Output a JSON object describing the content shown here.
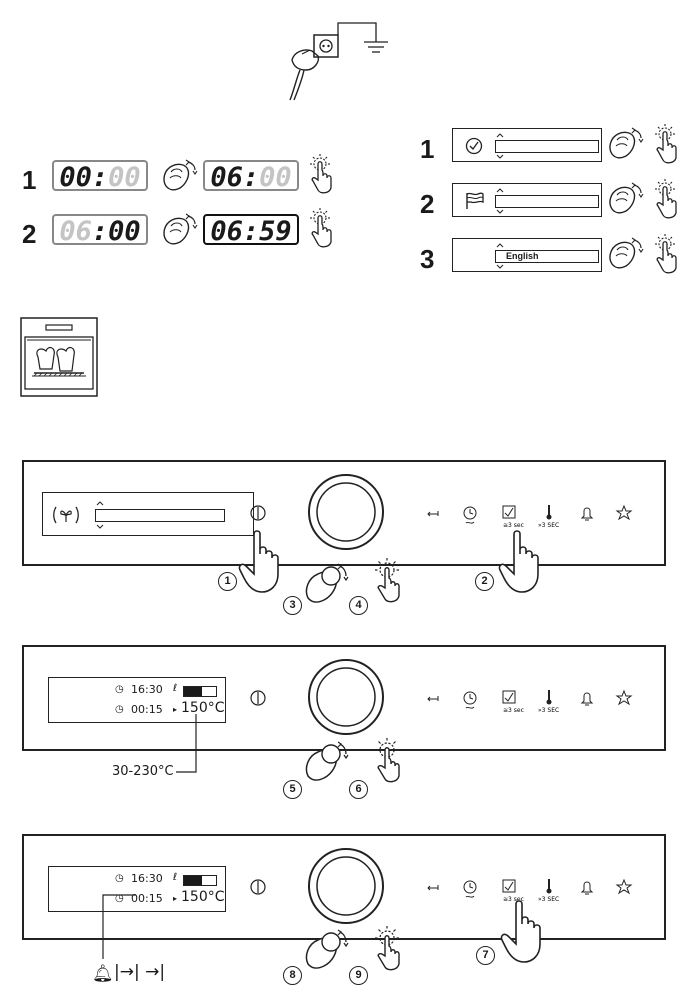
{
  "step1": {
    "rows": [
      {
        "num": "1",
        "display_a": {
          "h": "00",
          "m": "00"
        },
        "display_b": {
          "h": "06",
          "m": "00"
        }
      },
      {
        "num": "2",
        "display_a": {
          "h": "06",
          "m": "00"
        },
        "display_b": {
          "h": "06",
          "m": "59"
        }
      }
    ]
  },
  "settings": {
    "rows": [
      {
        "num": "1",
        "icon": "clock-check-icon",
        "value": ""
      },
      {
        "num": "2",
        "icon": "flag-icon",
        "value": ""
      },
      {
        "num": "3",
        "icon": "",
        "value": "English"
      }
    ]
  },
  "panels": {
    "panel3": {
      "time": "16:30",
      "duration": "00:15",
      "temp": "150°C",
      "temp_range": "30-230°C",
      "steps": [
        "5",
        "6"
      ]
    },
    "panel4": {
      "time": "16:30",
      "duration": "00:15",
      "temp": "150°C",
      "steps": [
        "8",
        "9",
        "7"
      ],
      "timer_modes": "Δ|→| →|"
    },
    "panel2_steps": [
      "1",
      "3",
      "4",
      "2"
    ],
    "touch_labels": {
      "steam": "3 sec",
      "thermo": "3 SEC"
    }
  }
}
